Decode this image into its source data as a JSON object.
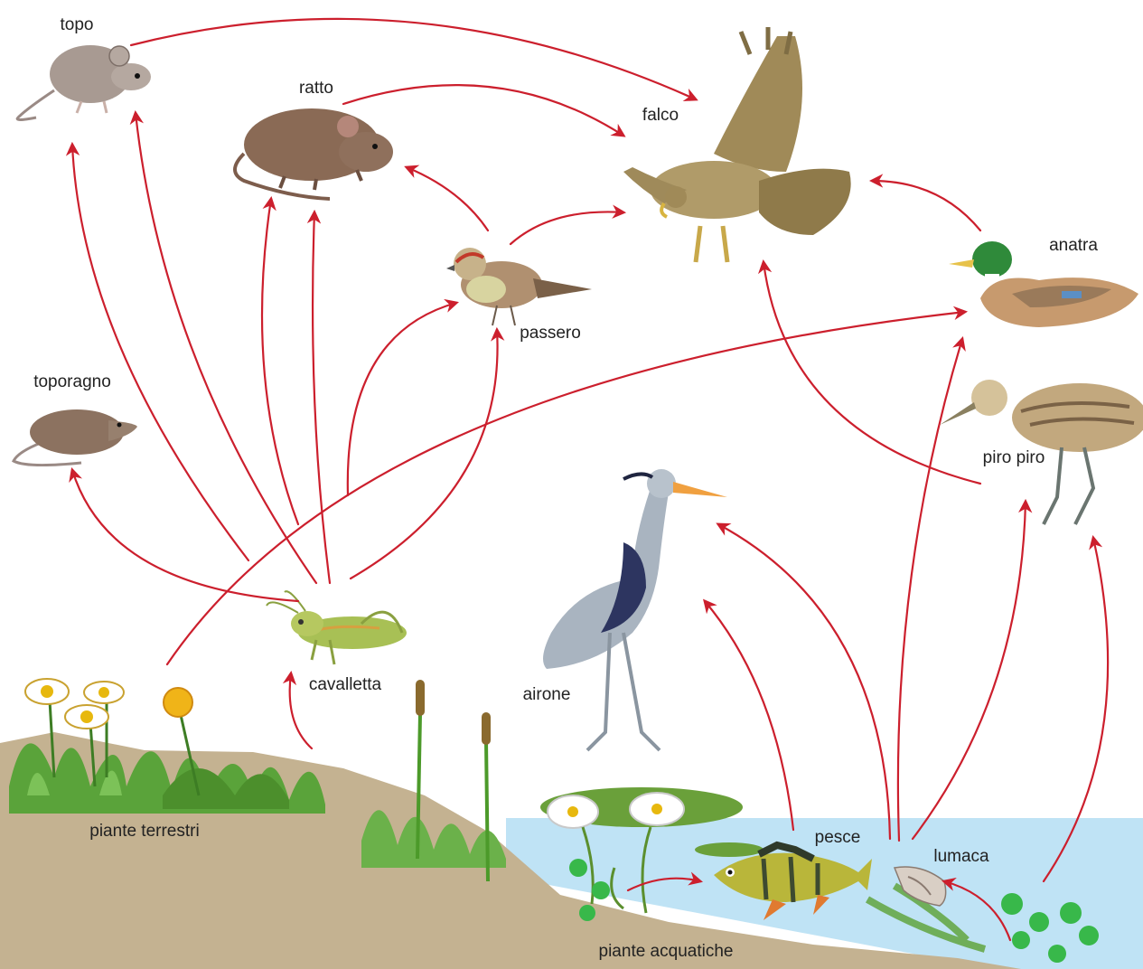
{
  "labels": {
    "topo": "topo",
    "ratto": "ratto",
    "falco": "falco",
    "anatra": "anatra",
    "passero": "passero",
    "toporagno": "toporagno",
    "piro_piro": "piro piro",
    "airone": "airone",
    "cavalletta": "cavalletta",
    "piante_terrestri": "piante terrestri",
    "pesce": "pesce",
    "lumaca": "lumaca",
    "piante_acquatiche": "piante acquatiche"
  },
  "colors": {
    "arrow": "#cc1f2d",
    "ground": "#c4b291",
    "water": "#bfe3f5",
    "grass": "#5aa33a",
    "rodent_brown": "#8a6a55",
    "hawk_brown": "#a08a58",
    "heron_gray": "#a9b4c0"
  },
  "icons": [
    "mouse-icon",
    "rat-icon",
    "hawk-icon",
    "duck-icon",
    "sparrow-icon",
    "shrew-icon",
    "sandpiper-icon",
    "heron-icon",
    "grasshopper-icon",
    "fish-icon",
    "snail-icon",
    "flower-icon",
    "cattail-icon",
    "water-lily-icon"
  ]
}
